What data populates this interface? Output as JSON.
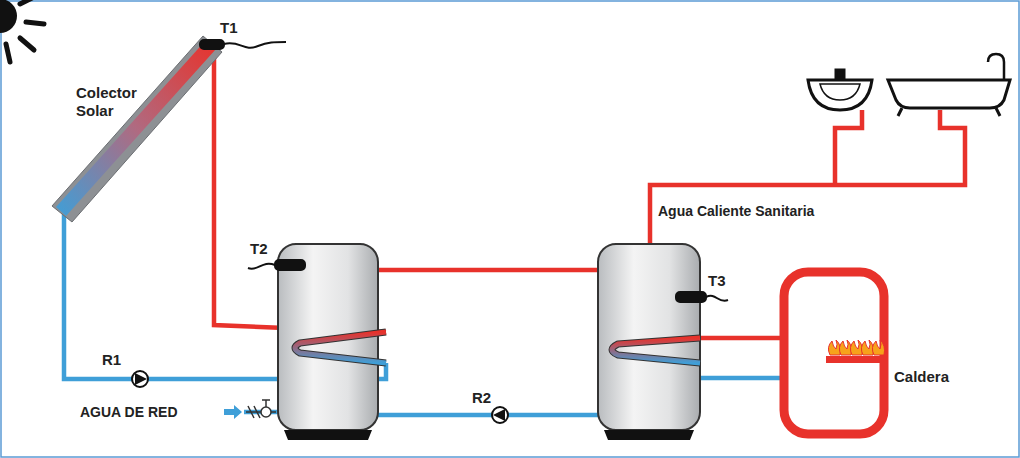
{
  "diagram": {
    "nodes": [
      {
        "text": [
          "Colector Solar"
        ]
      },
      {
        "text": [
          "Caldera"
        ]
      }
    ],
    "labels": [
      "T1",
      "T2",
      "R1",
      "AGUA DE RED",
      "R2",
      "Agua Caliente Sanitaria",
      "T3"
    ]
  }
}
